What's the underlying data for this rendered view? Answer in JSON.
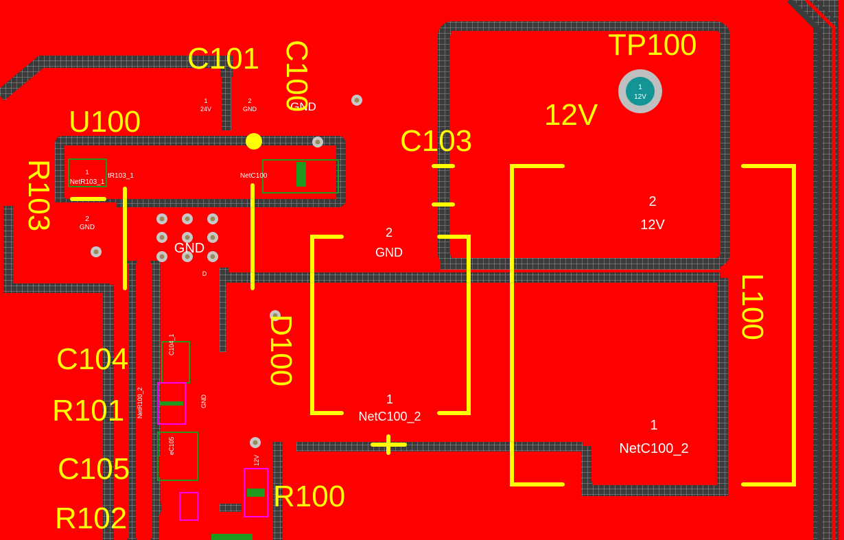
{
  "colors": {
    "copper": "#ff0000",
    "gap": "#3a3a3a",
    "hatch": "#9a9a9a",
    "silkscreen": "#ffff00",
    "pad_text": "#ffffff",
    "via_ring": "#c8c8c8",
    "via_hole": "#9a8a5a",
    "test_point_ring": "#bfbfbf",
    "test_point_center": "#139595",
    "courtyard": "#1f9a1f",
    "outline": "#ff00ff"
  },
  "designators": {
    "u100": "U100",
    "r103": "R103",
    "c101": "C101",
    "c100": "C100",
    "c103": "C103",
    "tp100": "TP100",
    "d100": "D100",
    "l100": "L100",
    "c104": "C104",
    "r101": "R101",
    "c105": "C105",
    "r102": "R102",
    "r100": "R100"
  },
  "net_labels": {
    "tp100_net": "12V",
    "l100_pad2_number": "2",
    "l100_pad2_net": "12V",
    "l100_pad1_number": "1",
    "l100_pad1_net": "NetC100_2",
    "d100_pad2_number": "2",
    "d100_pad2_net": "GND",
    "d100_pad1_number": "1",
    "d100_pad1_net": "NetC100_2",
    "u100_thermal_net": "GND",
    "u100_pad2_number": "2",
    "u100_pad2_net": "GND",
    "c101_pad1_number": "1",
    "c101_pad1_net": "24V",
    "c101_pad2_number": "2",
    "c101_pad2_net": "GND",
    "c100_pad_net": "GND",
    "c100_side_net": "NetC100",
    "r103_pad1_number": "1",
    "r103_pad1_net": "NetR103_1",
    "r103_pad2_net": "tR103_1",
    "tp_pad_number": "1",
    "tp_pad_net": "12V",
    "c104_pad_net": "C104_1",
    "r100_side_net": "NetR100_2",
    "center_strip_net": "GND",
    "c105_pad_net": "eC105",
    "r100_pad_net": "12V",
    "u100_pin_letter": "D"
  }
}
